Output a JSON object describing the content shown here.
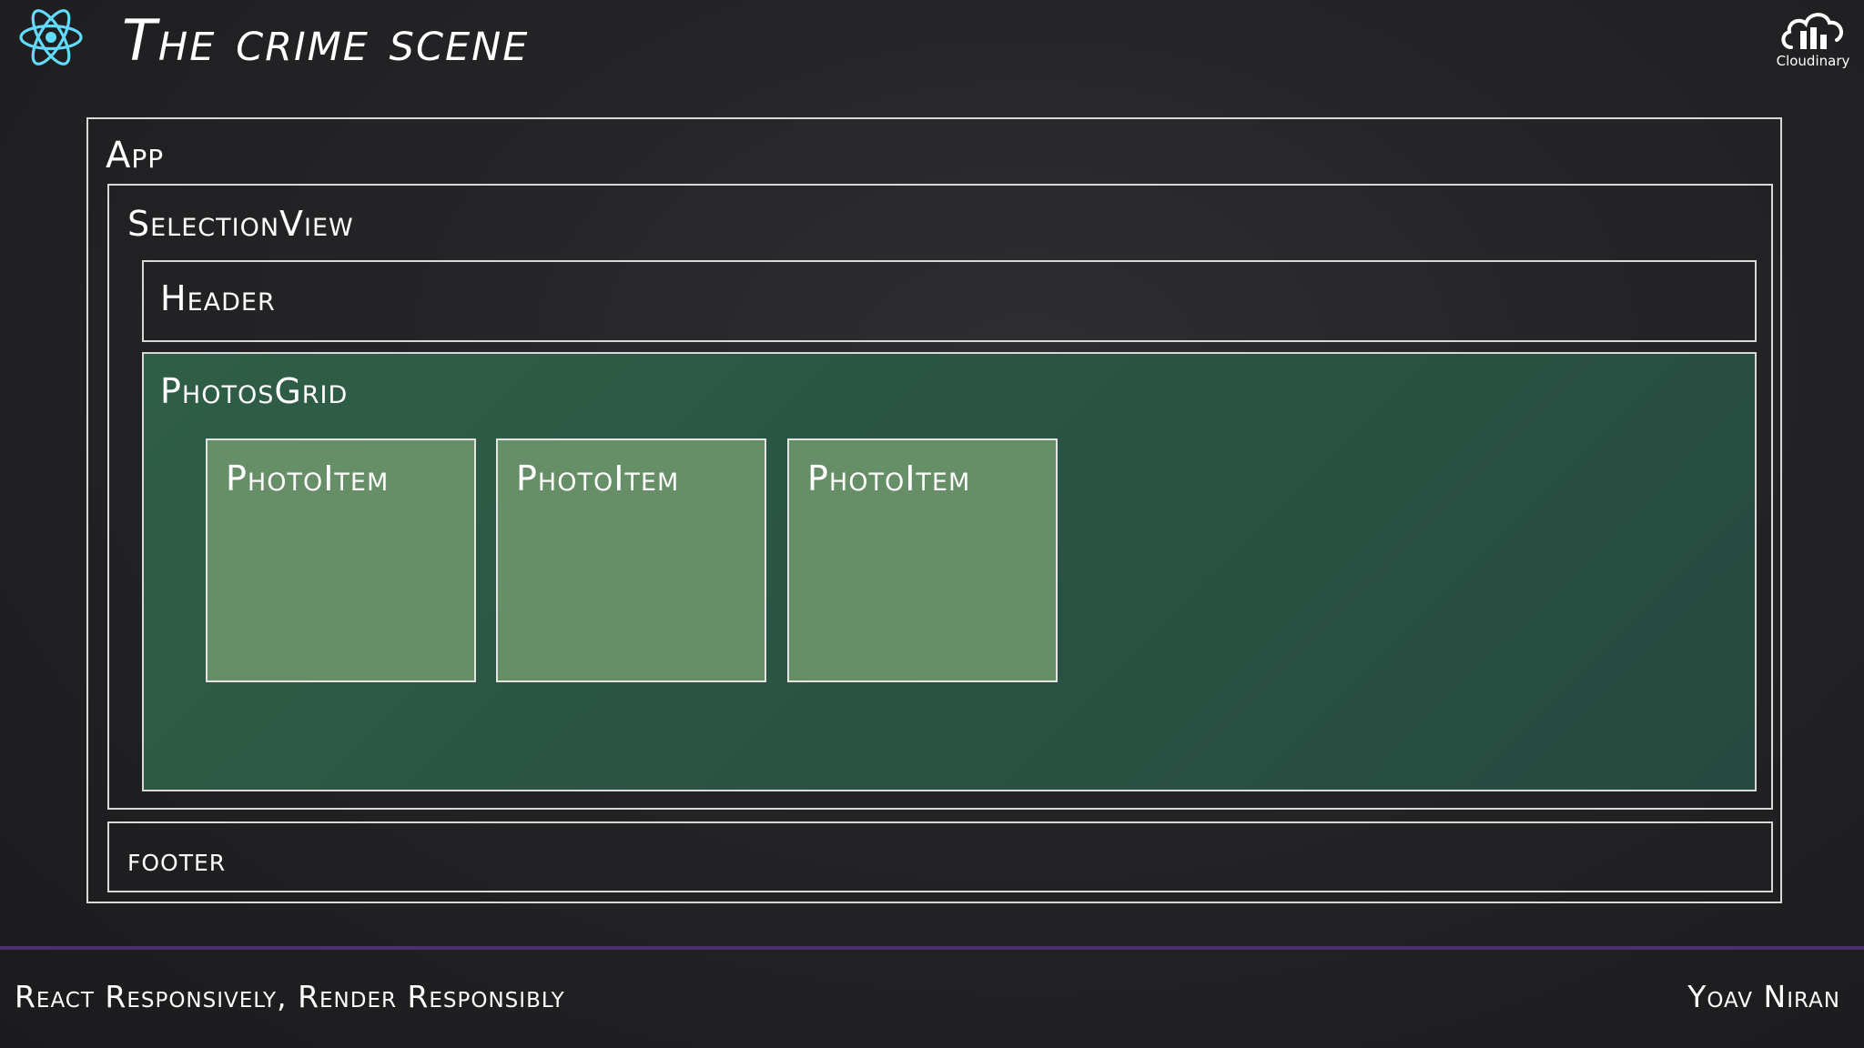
{
  "slide": {
    "title": "The crime scene"
  },
  "brand": {
    "cloudinary_label": "Cloudinary",
    "react_icon": "react-atom-icon",
    "cloudinary_icon": "cloud-icon",
    "react_color": "#61dafb",
    "divider_color": "#4b2f6e",
    "grid_fill_color": "#2b5343",
    "photo_fill_color": "#668f68"
  },
  "diagram": {
    "app": "App",
    "selection_view": "SelectionView",
    "header": "Header",
    "photos_grid": "PhotosGrid",
    "photo_items": [
      "PhotoItem",
      "PhotoItem",
      "PhotoItem"
    ],
    "footer": "footer"
  },
  "footer": {
    "talk_title": "React Responsively, Render Responsibly",
    "speaker": "Yoav Niran"
  }
}
